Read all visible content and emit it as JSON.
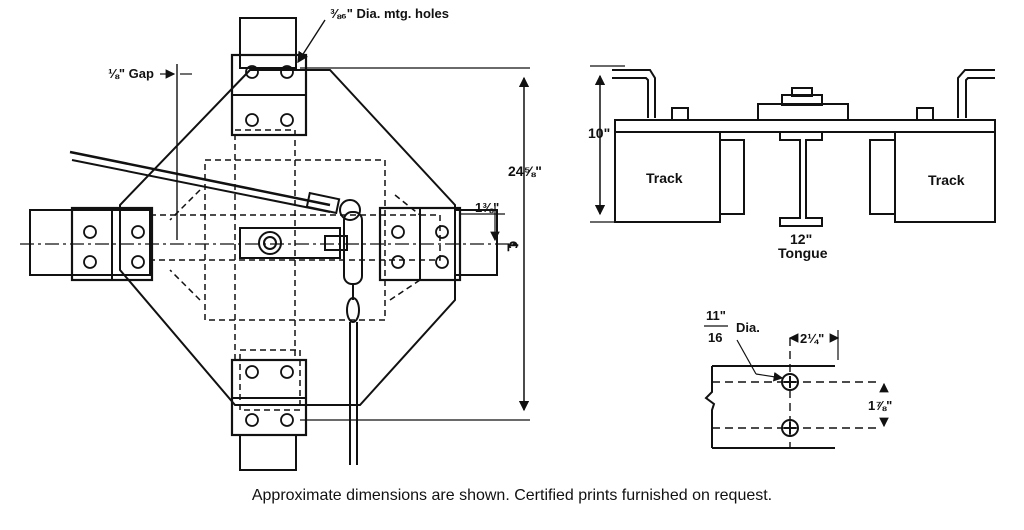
{
  "plan_view": {
    "mounting_holes_label": "⅜₆\" Dia. mtg. holes",
    "gap_label": "⅛\" Gap",
    "overall_height_label": "24⅝\"",
    "offset_label": "1⅜\"",
    "centerline_label": "℄"
  },
  "elevation_view": {
    "height_label": "10\"",
    "track_left_label": "Track",
    "track_right_label": "Track",
    "tongue_size_label": "12\"",
    "tongue_label": "Tongue"
  },
  "hole_detail": {
    "dia_numerator": "11\"",
    "dia_denominator": "16",
    "dia_suffix": "Dia.",
    "spacing_horizontal_label": "2¼\"",
    "spacing_vertical_label": "1⅞\""
  },
  "caption": "Approximate dimensions are shown. Certified prints furnished on request."
}
